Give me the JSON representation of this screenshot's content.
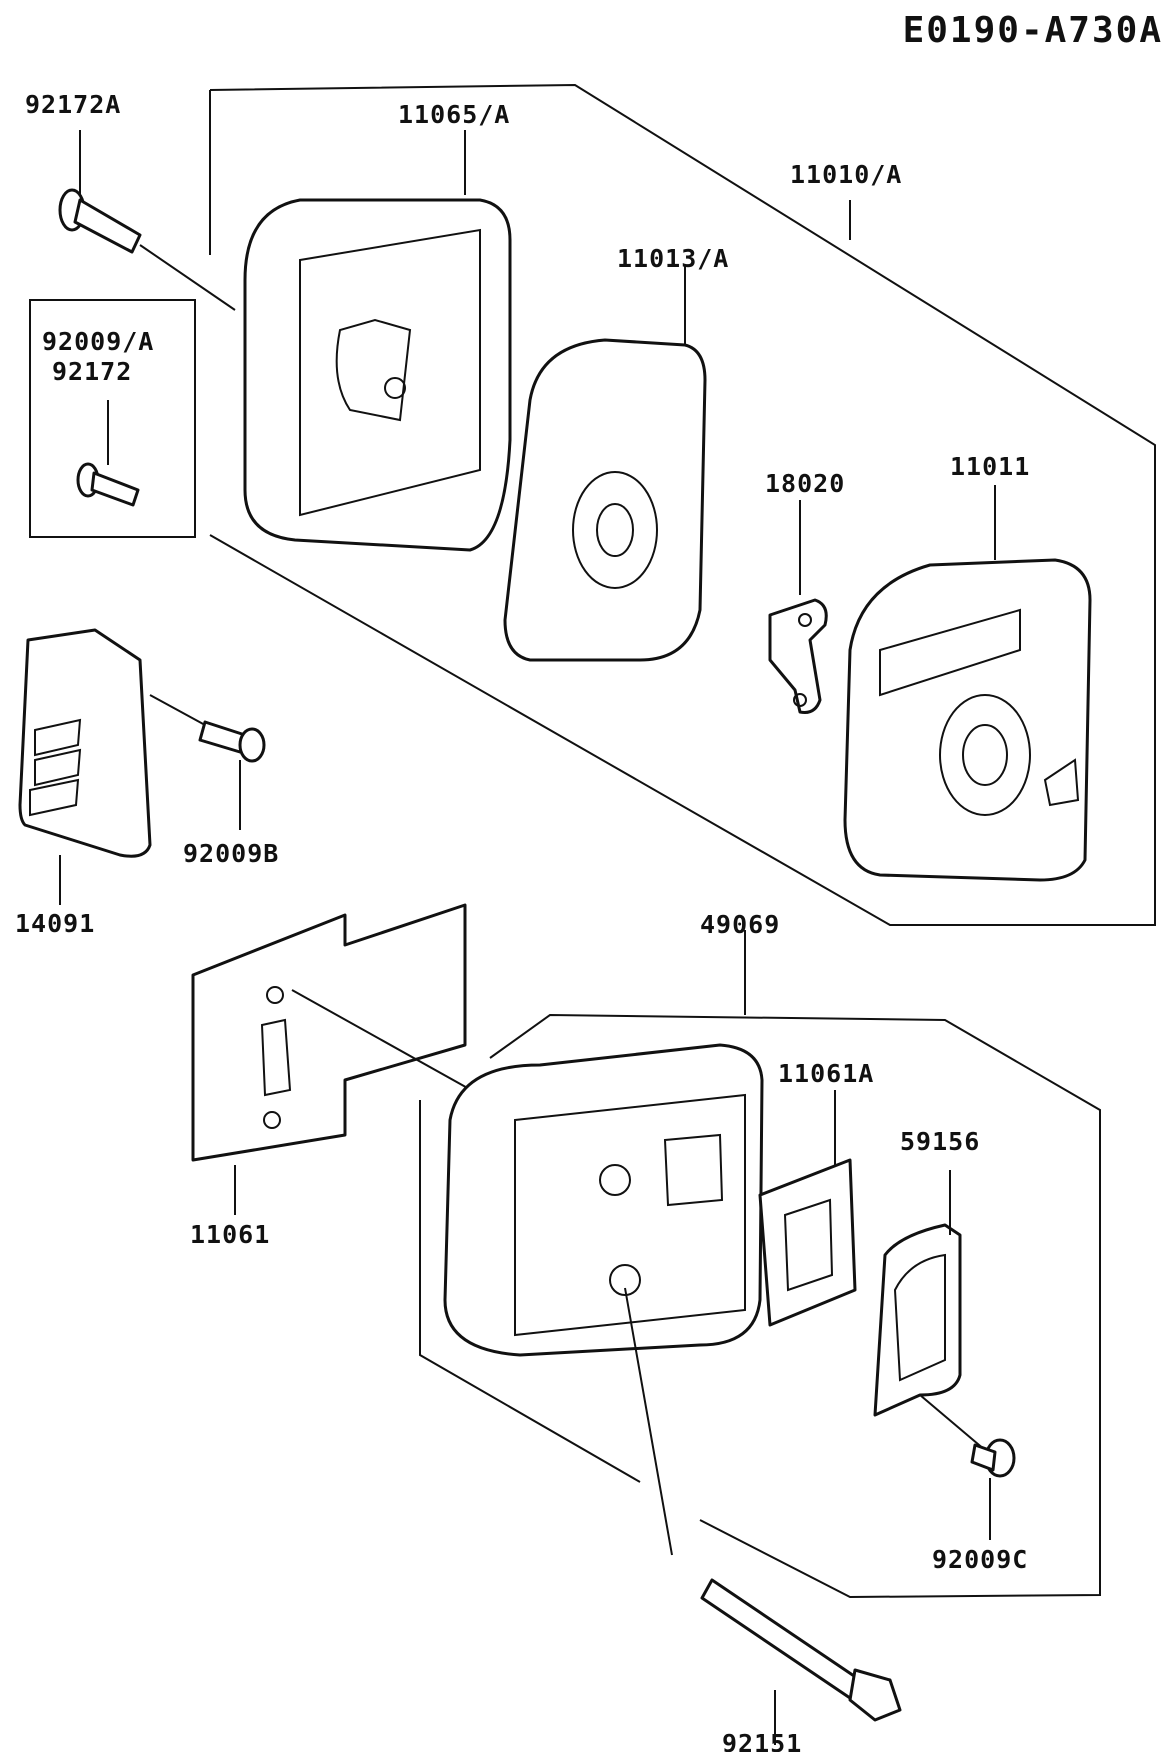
{
  "diagram": {
    "title": "E0190-A730A",
    "labels": {
      "p92172A": "92172A",
      "p11065A": "11065/A",
      "p11010A": "11010/A",
      "p11013A": "11013/A",
      "p92009A": "92009/A",
      "p92172": "92172",
      "p18020": "18020",
      "p11011": "11011",
      "p92009B": "92009B",
      "p14091": "14091",
      "p49069": "49069",
      "p11061A": "11061A",
      "p59156": "59156",
      "p11061": "11061",
      "p92009C": "92009C",
      "p92151": "92151"
    }
  }
}
